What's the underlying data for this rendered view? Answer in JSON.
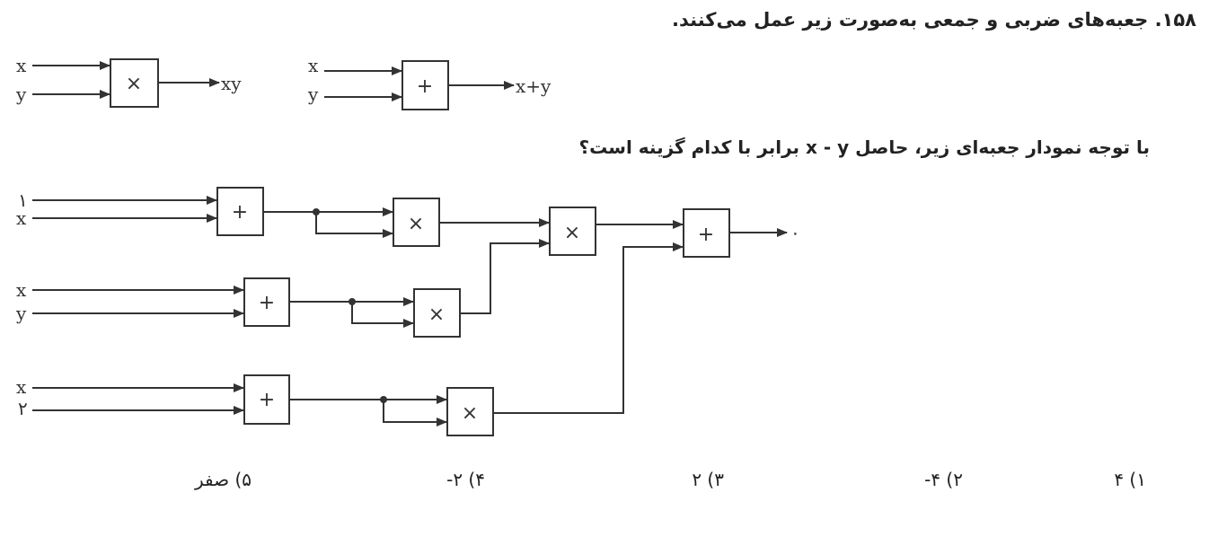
{
  "question": {
    "title": "۱۵۸. جعبه‌های ضربی و جمعی به‌صورت زیر عمل می‌کنند.",
    "text": "با توجه نمودار جعبه‌ای زیر، حاصل  x - y  برابر با کدام گزینه است؟"
  },
  "legend": {
    "mult": {
      "in1": "x",
      "in2": "y",
      "op": "×",
      "out": "xy"
    },
    "add": {
      "in1": "x",
      "in2": "y",
      "op": "+",
      "out": "x+y"
    }
  },
  "diagram": {
    "row1": {
      "in1": "۱",
      "in2": "x"
    },
    "row2": {
      "in1": "x",
      "in2": "y"
    },
    "row3": {
      "in1": "x",
      "in2": "۲"
    },
    "plus": "+",
    "times": "×",
    "output": "۰"
  },
  "options": [
    {
      "text": "۱) ۴"
    },
    {
      "text": "۲) ۴-"
    },
    {
      "text": "۳) ۲"
    },
    {
      "text": "۴) ۲-"
    },
    {
      "text": "۵) صفر"
    }
  ]
}
